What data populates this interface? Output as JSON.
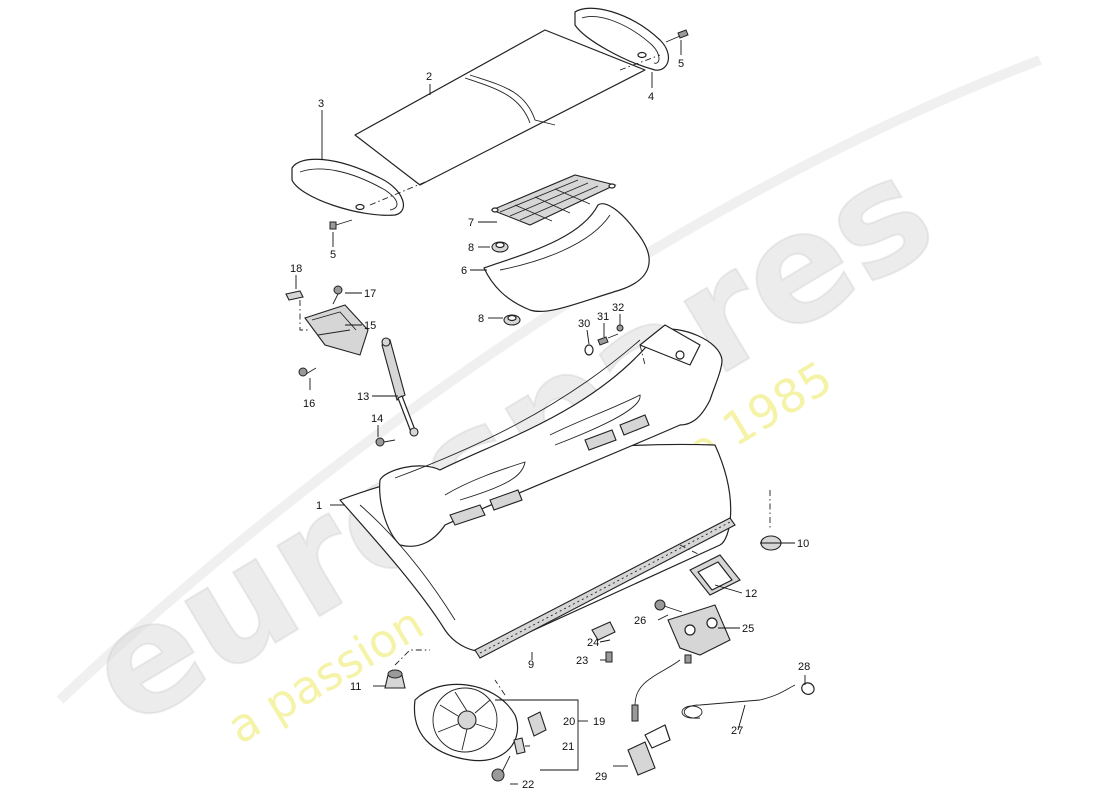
{
  "watermark": {
    "brand": "eurospares",
    "tagline": "a passion for parts since 1985"
  },
  "callouts": [
    "1",
    "2",
    "3",
    "4",
    "5",
    "5",
    "6",
    "7",
    "8",
    "8",
    "9",
    "10",
    "11",
    "12",
    "13",
    "14",
    "15",
    "16",
    "17",
    "18",
    "19",
    "20",
    "21",
    "22",
    "23",
    "24",
    "25",
    "26",
    "27",
    "28",
    "29",
    "30",
    "31",
    "32"
  ]
}
